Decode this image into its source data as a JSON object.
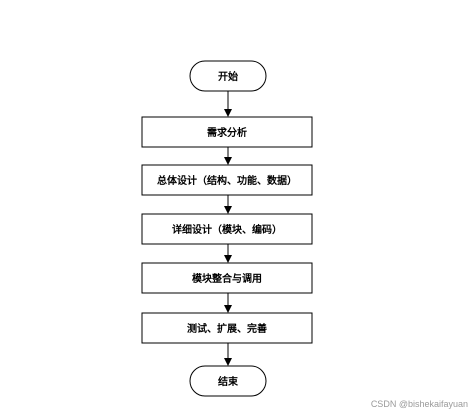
{
  "flowchart": {
    "start": "开始",
    "steps": [
      "需求分析",
      "总体设计（结构、功能、数据）",
      "详细设计（模块、编码）",
      "模块整合与调用",
      "测试、扩展、完善"
    ],
    "end": "结束"
  },
  "watermark": "CSDN @bishekaifayuan",
  "colors": {
    "stroke": "#000000",
    "fill": "#ffffff",
    "watermark": "#9a9a9a"
  }
}
